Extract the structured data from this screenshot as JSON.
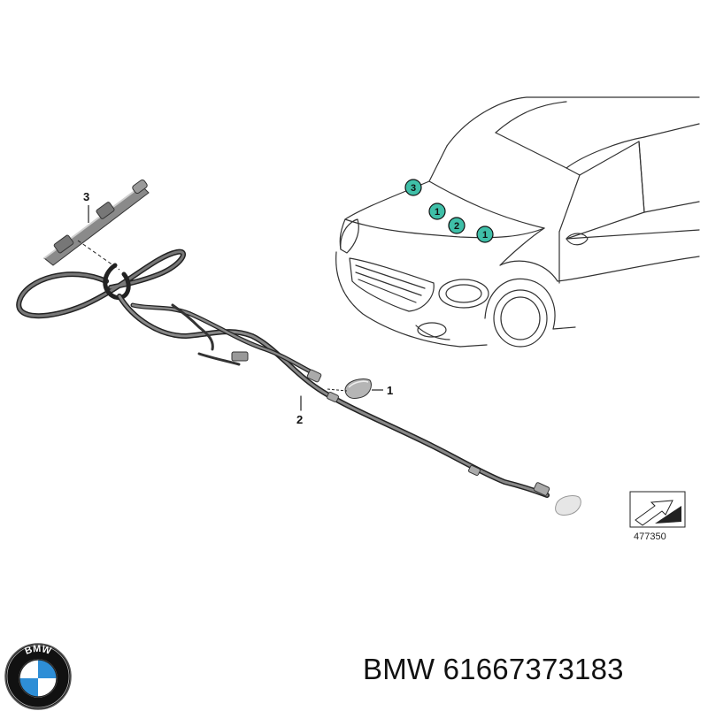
{
  "diagram": {
    "callouts": [
      "1",
      "2",
      "3"
    ],
    "badges": [
      "3",
      "1",
      "2",
      "1"
    ],
    "reference_number": "477350"
  },
  "brand": {
    "logo_text": "BMW",
    "name": "BMW",
    "part_number": "61667373183"
  },
  "colors": {
    "badge_fill": "#3fbfa8",
    "line": "#222222"
  }
}
